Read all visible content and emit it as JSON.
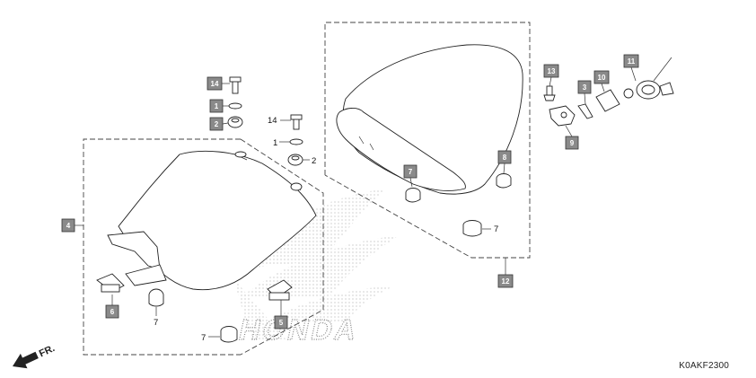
{
  "diagram": {
    "code": "K0AKF2300",
    "direction_label": "FR.",
    "watermark_text": "HONDA",
    "callouts": [
      {
        "id": "c4",
        "label": "4",
        "boxed": true
      },
      {
        "id": "c6",
        "label": "6",
        "boxed": true
      },
      {
        "id": "c5",
        "label": "5",
        "boxed": true
      },
      {
        "id": "c14a",
        "label": "14",
        "boxed": true
      },
      {
        "id": "c1a",
        "label": "1",
        "boxed": true
      },
      {
        "id": "c2a",
        "label": "2",
        "boxed": true
      },
      {
        "id": "c14b",
        "label": "14",
        "boxed": false
      },
      {
        "id": "c1b",
        "label": "1",
        "boxed": false
      },
      {
        "id": "c2b",
        "label": "2",
        "boxed": false
      },
      {
        "id": "c7a",
        "label": "7",
        "boxed": false
      },
      {
        "id": "c7b",
        "label": "7",
        "boxed": false
      },
      {
        "id": "c7c",
        "label": "7",
        "boxed": true
      },
      {
        "id": "c7d",
        "label": "7",
        "boxed": false
      },
      {
        "id": "c8",
        "label": "8",
        "boxed": true
      },
      {
        "id": "c12",
        "label": "12",
        "boxed": true
      },
      {
        "id": "c13",
        "label": "13",
        "boxed": true
      },
      {
        "id": "c3",
        "label": "3",
        "boxed": true
      },
      {
        "id": "c10",
        "label": "10",
        "boxed": true
      },
      {
        "id": "c11",
        "label": "11",
        "boxed": true
      },
      {
        "id": "c9",
        "label": "9",
        "boxed": true
      }
    ]
  }
}
